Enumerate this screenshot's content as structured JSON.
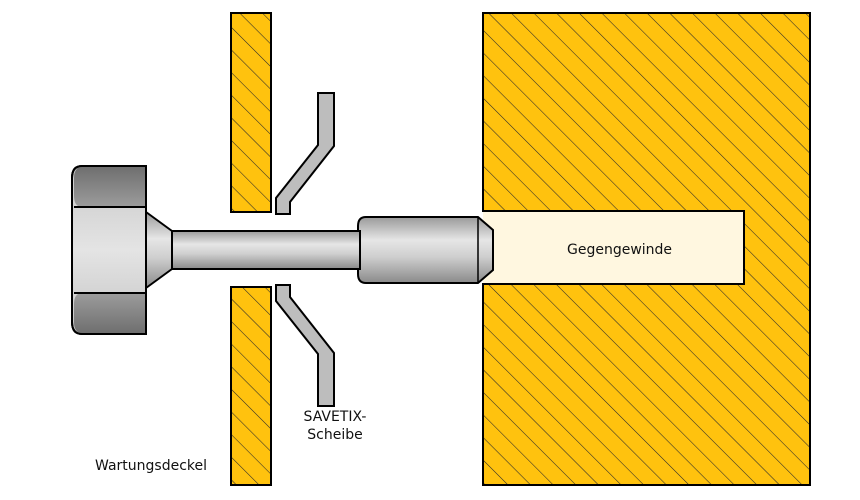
{
  "labels": {
    "counter_thread": "Gegengewinde",
    "washer_line1": "SAVETIX-",
    "washer_line2": "Scheibe",
    "cover": "Wartungsdeckel"
  },
  "colors": {
    "material": "#FFC20E",
    "hatch": "#2a2a2a",
    "bore": "#FFF7E0",
    "steel_light": "#D8D8D8",
    "steel_mid": "#B5B5B5",
    "steel_dark": "#7E7E7E",
    "washer": "#BDBDBD",
    "outline": "#000000"
  }
}
